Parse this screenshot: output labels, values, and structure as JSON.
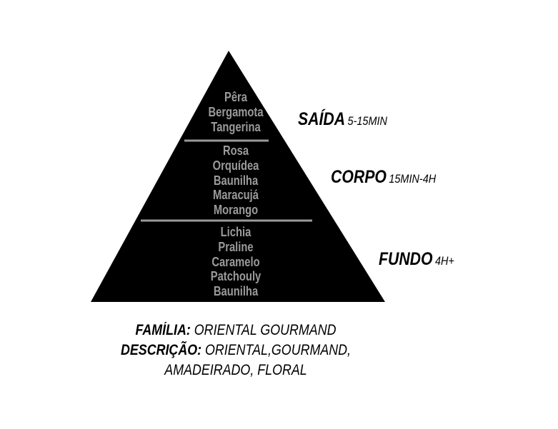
{
  "layers": [
    {
      "name": "SAÍDA",
      "time": "5-15MIN",
      "notes": [
        "Pêra",
        "Bergamota",
        "Tangerina"
      ]
    },
    {
      "name": "CORPO",
      "time": "15MIN-4H",
      "notes": [
        "Rosa",
        "Orquídea",
        "Baunilha",
        "Maracujá",
        "Morango"
      ]
    },
    {
      "name": "FUNDO",
      "time": "4H+",
      "notes": [
        "Lichia",
        "Praline",
        "Caramelo",
        "Patchouly",
        "Baunilha"
      ]
    }
  ],
  "info": {
    "familia_label": "FAMÍLIA:",
    "familia_value": "ORIENTAL GOURMAND",
    "descricao_label": "DESCRIÇÃO:",
    "descricao_value_1": "ORIENTAL,GOURMAND,",
    "descricao_value_2": "AMADEIRADO, FLORAL"
  },
  "colors": {
    "pyramid": "#000000",
    "notes": "#9a9a9a",
    "divider": "#9a9a9a"
  }
}
